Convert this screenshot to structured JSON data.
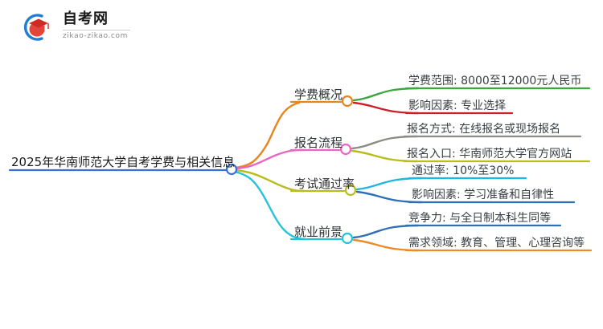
{
  "logo": {
    "mark_name": "zikao-graduation-cap-logo",
    "title_cn": "自考网",
    "domain": "zikao-zikao.com",
    "arc_color": "#1f7fd4",
    "cap_color": "#d8342c"
  },
  "mindmap": {
    "root": {
      "label": "2025年华南师范大学自考学费与相关信息",
      "color": "#3b6fd4"
    },
    "branches": [
      {
        "label": "学费概况",
        "color": "#e8851f",
        "children": [
          {
            "label": "学费范围: 8000至12000元人民币",
            "color": "#3da63d"
          },
          {
            "label": "影响因素: 专业选择",
            "color": "#cc1f2a"
          }
        ]
      },
      {
        "label": "报名流程",
        "color": "#ea66c3",
        "children": [
          {
            "label": "报名方式: 在线报名或现场报名",
            "color": "#8c8c84"
          },
          {
            "label": "报名入口: 华南师范大学官方网站",
            "color": "#b9bd18"
          }
        ]
      },
      {
        "label": "考试通过率",
        "color": "#b9bd18",
        "children": [
          {
            "label": "通过率: 10%至30%",
            "color": "#1fb6e0"
          },
          {
            "label": "影响因素: 学习准备和自律性",
            "color": "#2f6fb5"
          }
        ]
      },
      {
        "label": "就业前景",
        "color": "#23c3d8",
        "children": [
          {
            "label": "竞争力: 与全日制本科生同等",
            "color": "#2f6fb5"
          },
          {
            "label": "需求领域: 教育、管理、心理咨询等",
            "color": "#f08a24"
          }
        ]
      }
    ]
  }
}
